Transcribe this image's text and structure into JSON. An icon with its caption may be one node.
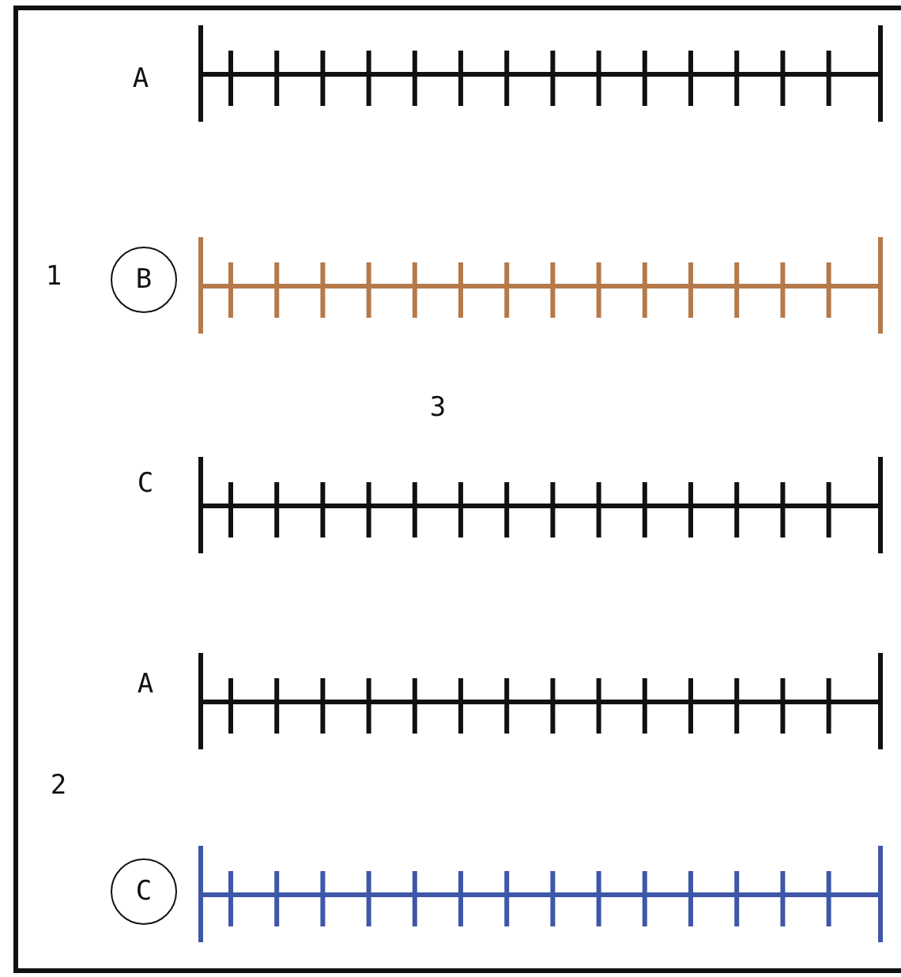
{
  "diagram": {
    "nodes": [
      {
        "text": [
          "B"
        ]
      },
      {
        "text": [
          "C"
        ]
      }
    ],
    "labels": [
      "A",
      "1",
      "3",
      "C",
      "A",
      "2"
    ]
  }
}
